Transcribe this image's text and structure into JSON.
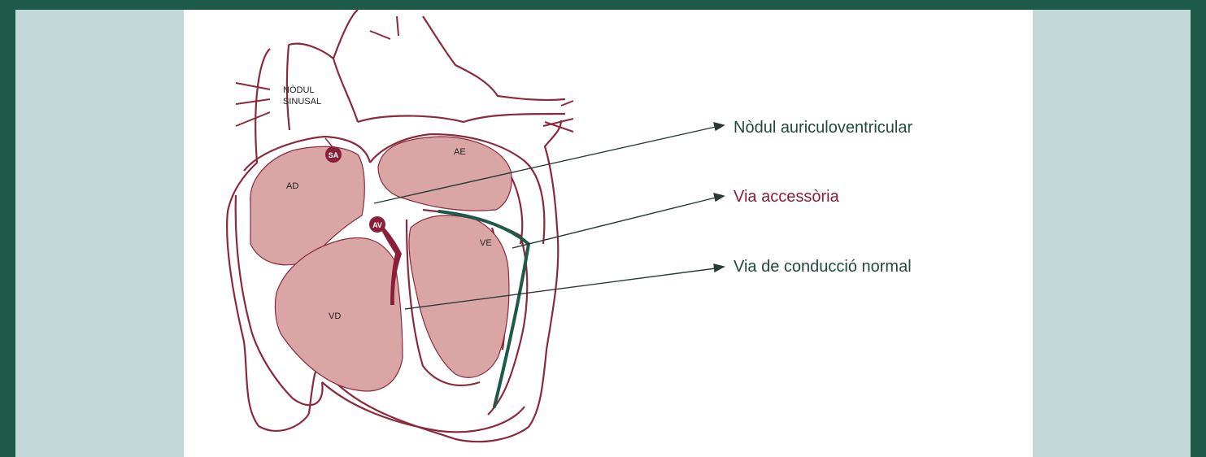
{
  "diagram": {
    "labels": {
      "sinus_node": [
        "NÒDUL",
        "SINUSAL"
      ],
      "sa": "SA",
      "av": "AV",
      "ad": "AD",
      "ai": "AE",
      "vd": "VD",
      "vi": "VE"
    },
    "callouts": {
      "av_node": "Nòdul auriculoventricular",
      "accessory_path": "Via accessòria",
      "normal_path": "Via de conducció normal"
    }
  },
  "colors": {
    "outer_border": "#1e5a48",
    "side_panels": "#c3d9d8",
    "chamber_fill": "#d9a5a5",
    "outline": "#8a2a3c",
    "accessory_path": "#1e5a48",
    "accessory_text": "#8a1f3a",
    "callout_text": "#1e4a3c"
  }
}
